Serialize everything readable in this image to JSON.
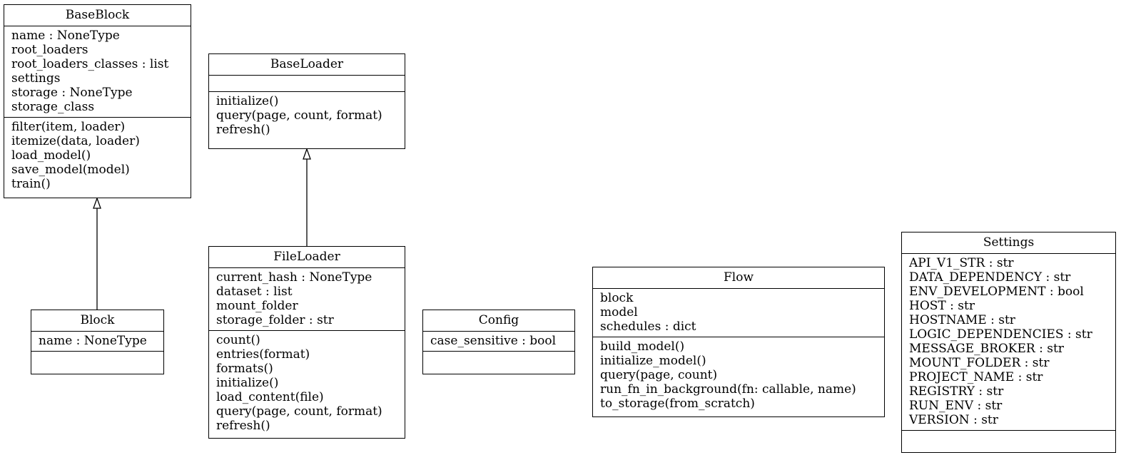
{
  "classes": {
    "baseblock": {
      "name": "BaseBlock",
      "attributes": [
        "name : NoneType",
        "root_loaders",
        "root_loaders_classes : list",
        "settings",
        "storage : NoneType",
        "storage_class"
      ],
      "methods": [
        "filter(item, loader)",
        "itemize(data, loader)",
        "load_model()",
        "save_model(model)",
        "train()"
      ]
    },
    "baseloader": {
      "name": "BaseLoader",
      "attributes": [],
      "methods": [
        "initialize()",
        "query(page, count, format)",
        "refresh()"
      ]
    },
    "block": {
      "name": "Block",
      "attributes": [
        "name : NoneType"
      ],
      "methods": []
    },
    "fileloader": {
      "name": "FileLoader",
      "attributes": [
        "current_hash : NoneType",
        "dataset : list",
        "mount_folder",
        "storage_folder : str"
      ],
      "methods": [
        "count()",
        "entries(format)",
        "formats()",
        "initialize()",
        "load_content(file)",
        "query(page, count, format)",
        "refresh()"
      ]
    },
    "config": {
      "name": "Config",
      "attributes": [
        "case_sensitive : bool"
      ],
      "methods": []
    },
    "flow": {
      "name": "Flow",
      "attributes": [
        "block",
        "model",
        "schedules : dict"
      ],
      "methods": [
        "build_model()",
        "initialize_model()",
        "query(page, count)",
        "run_fn_in_background(fn: callable, name)",
        "to_storage(from_scratch)"
      ]
    },
    "settings": {
      "name": "Settings",
      "attributes": [
        "API_V1_STR : str",
        "DATA_DEPENDENCY : str",
        "ENV_DEVELOPMENT : bool",
        "HOST : str",
        "HOSTNAME : str",
        "LOGIC_DEPENDENCIES : str",
        "MESSAGE_BROKER : str",
        "MOUNT_FOLDER : str",
        "PROJECT_NAME : str",
        "REGISTRY : str",
        "RUN_ENV : str",
        "VERSION : str"
      ],
      "methods": []
    }
  },
  "relations": [
    {
      "from": "Block",
      "to": "BaseBlock",
      "type": "inheritance"
    },
    {
      "from": "FileLoader",
      "to": "BaseLoader",
      "type": "inheritance"
    }
  ]
}
